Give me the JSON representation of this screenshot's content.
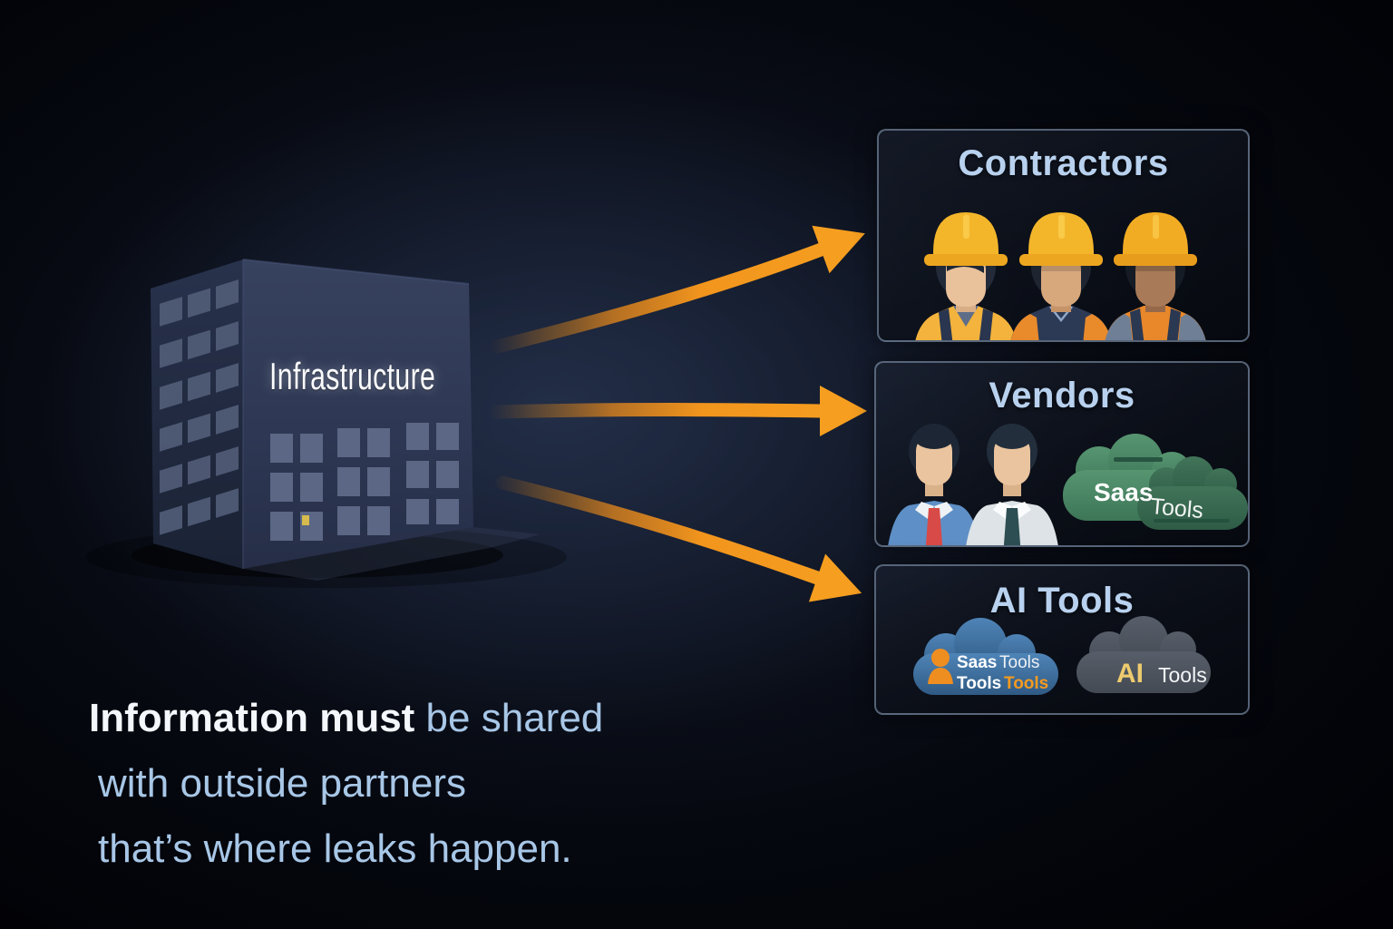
{
  "building": {
    "label": "Infrastructure"
  },
  "panels": {
    "contractors": {
      "title": "Contractors"
    },
    "vendors": {
      "title": "Vendors",
      "cloud_left_label": "Saas",
      "cloud_right_label": "Tools"
    },
    "ai_tools": {
      "title": "AI Tools",
      "blue_cloud": {
        "line1_word1": "Saas",
        "line1_word2": "Tools",
        "line2_word1": "Tools",
        "line2_word2": "Tools"
      },
      "gray_cloud": {
        "word1": "AI",
        "word2": "Tools"
      }
    }
  },
  "caption": {
    "line1_bold": "Information must",
    "line1_rest": " be shared",
    "line2": "with outside partners",
    "line3": "that’s where leaks happen."
  },
  "colors": {
    "arrow_orange": "#F59A1E",
    "title_blue": "#B8D1EE",
    "caption_white": "#F4F7FB",
    "caption_blue": "#A8C7E7",
    "helmet_yellow": "#F3B62B",
    "cloud_green": "#4E8A68",
    "cloud_blue": "#3F74A8",
    "cloud_gray": "#4C525C",
    "building_navy": "#2B3550",
    "background_navy": "#1C2535"
  }
}
